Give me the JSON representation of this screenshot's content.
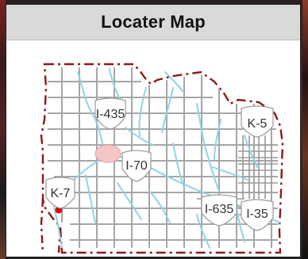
{
  "panel": {
    "title": "Locater Map"
  },
  "map": {
    "highways": [
      {
        "label": "I-435"
      },
      {
        "label": "K-5"
      },
      {
        "label": "I-70"
      },
      {
        "label": "K-7"
      },
      {
        "label": "I-635"
      },
      {
        "label": "I-35"
      }
    ],
    "colors": {
      "road": "#a6a6a6",
      "water": "#8fd3e8",
      "boundary": "#8b1a1a",
      "shield_fill": "#ffffff",
      "highlight_area": "#f4c6c6",
      "marker": "#e00000"
    }
  }
}
